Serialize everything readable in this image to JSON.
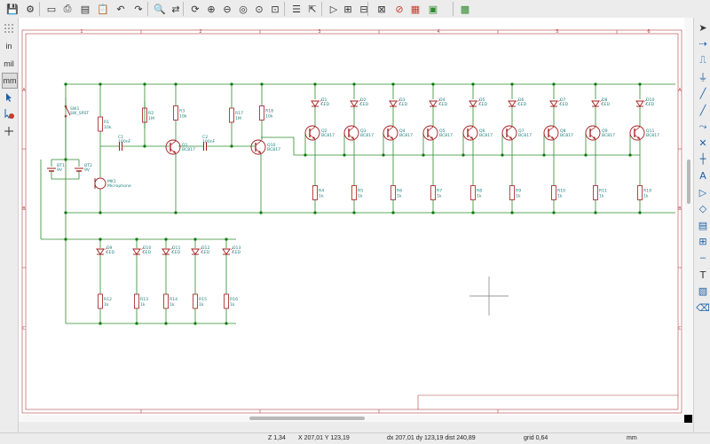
{
  "colors": {
    "wire": "#2e8b2e",
    "component": "#a01818",
    "label": "#208080",
    "frame": "#b04040",
    "junction": "#0a7a0a",
    "background": "#ffffff",
    "toolbar": "#ececec"
  },
  "toolbar": {
    "icons": [
      "save-icon",
      "schematic-setup-icon",
      "page-settings-icon",
      "print-icon",
      "plot-icon",
      "paste-special-icon",
      "undo-icon",
      "redo-icon",
      "find-icon",
      "find-replace-icon",
      "refresh-icon",
      "zoom-in-icon",
      "zoom-out-icon",
      "zoom-fit-icon",
      "zoom-objects-icon",
      "zoom-selection-icon",
      "navigate-hierarchy-icon",
      "leave-sheet-icon",
      "run-simulator-icon",
      "symbol-editor-icon",
      "symbol-browser-icon",
      "footprint-assign-icon",
      "erc-icon",
      "bom-icon",
      "pcb-editor-icon",
      "scripting-icon"
    ]
  },
  "left_toolbar": {
    "units": [
      "in",
      "mil",
      "mm"
    ]
  },
  "right_toolbar": {
    "icons": [
      "select-icon",
      "highlight-net-icon",
      "add-symbol-icon",
      "add-power-icon",
      "add-wire-icon",
      "add-bus-icon",
      "wire-to-bus-entry-icon",
      "no-connect-icon",
      "junction-icon",
      "net-label-icon",
      "global-label-icon",
      "hier-label-icon",
      "hier-sheet-icon",
      "import-sheet-pin-icon",
      "add-line-icon",
      "add-text-icon",
      "add-image-icon",
      "delete-icon"
    ]
  },
  "frame": {
    "col_numbers": [
      "1",
      "2",
      "3",
      "4",
      "5",
      "6"
    ],
    "row_letters": [
      "A",
      "B",
      "C"
    ]
  },
  "schematic": {
    "sw1": {
      "ref": "SW1",
      "value": "SW_SPST"
    },
    "bt1": {
      "ref": "BT1",
      "value": "9V"
    },
    "bt2": {
      "ref": "BT2",
      "value": "9V"
    },
    "mic": {
      "ref": "MK1",
      "value": "Microphone"
    },
    "r1": {
      "ref": "R1",
      "value": "10k"
    },
    "r2": {
      "ref": "R2",
      "value": "1M"
    },
    "r3": {
      "ref": "R3",
      "value": "10k"
    },
    "r17": {
      "ref": "R17",
      "value": "1M"
    },
    "r18": {
      "ref": "R18",
      "value": "10k"
    },
    "c1": {
      "ref": "C1",
      "value": "100nF"
    },
    "c2": {
      "ref": "C2",
      "value": "100nF"
    },
    "q1": {
      "ref": "Q1",
      "value": "BC817"
    },
    "q10": {
      "ref": "Q10",
      "value": "BC817"
    },
    "stages": [
      {
        "d": "D1",
        "dv": "LED",
        "q": "Q2",
        "qv": "BC817",
        "r": "R4",
        "rv": "1k"
      },
      {
        "d": "D2",
        "dv": "LED",
        "q": "Q3",
        "qv": "BC817",
        "r": "R5",
        "rv": "1k"
      },
      {
        "d": "D3",
        "dv": "LED",
        "q": "Q4",
        "qv": "BC817",
        "r": "R6",
        "rv": "1k"
      },
      {
        "d": "D4",
        "dv": "LED",
        "q": "Q5",
        "qv": "BC817",
        "r": "R7",
        "rv": "1k"
      },
      {
        "d": "D5",
        "dv": "LED",
        "q": "Q6",
        "qv": "BC817",
        "r": "R8",
        "rv": "1k"
      },
      {
        "d": "D6",
        "dv": "LED",
        "q": "Q7",
        "qv": "BC817",
        "r": "R9",
        "rv": "1k"
      },
      {
        "d": "D7",
        "dv": "LED",
        "q": "Q8",
        "qv": "BC817",
        "r": "R10",
        "rv": "1k"
      },
      {
        "d": "D8",
        "dv": "LED",
        "q": "Q9",
        "qv": "BC817",
        "r": "R11",
        "rv": "1k"
      },
      {
        "d": "D10",
        "dv": "LED",
        "q": "Q11",
        "qv": "BC817",
        "r": "R19",
        "rv": "1k"
      }
    ],
    "bottom_leds": [
      {
        "d": "D9",
        "dv": "LED",
        "r": "R12",
        "rv": "1k"
      },
      {
        "d": "D10",
        "dv": "LED",
        "r": "R13",
        "rv": "1k"
      },
      {
        "d": "D11",
        "dv": "LED",
        "r": "R14",
        "rv": "1k"
      },
      {
        "d": "D12",
        "dv": "LED",
        "r": "R15",
        "rv": "1k"
      },
      {
        "d": "D13",
        "dv": "LED",
        "r": "R16",
        "rv": "1k"
      }
    ]
  },
  "status": {
    "zoom": "Z 1,34",
    "xy": "X 207,01  Y 123,19",
    "delta": "dx 207,01  dy 123,19  dist 240,89",
    "grid": "grid 0,64",
    "units": "mm"
  }
}
